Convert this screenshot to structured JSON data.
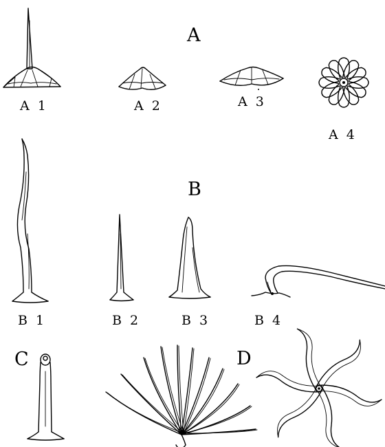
{
  "figure": {
    "section_labels": {
      "A": "A",
      "B": "B",
      "C": "C",
      "D": "D"
    },
    "panel_labels": {
      "A1": "A 1",
      "A2": "A 2",
      "A3": "A 3",
      "A4": "A 4",
      "B1": "B 1",
      "B2": "B 2",
      "B3": "B 3",
      "B4": "B 4"
    },
    "ink_color": "#000000",
    "background_color": "#ffffff"
  }
}
